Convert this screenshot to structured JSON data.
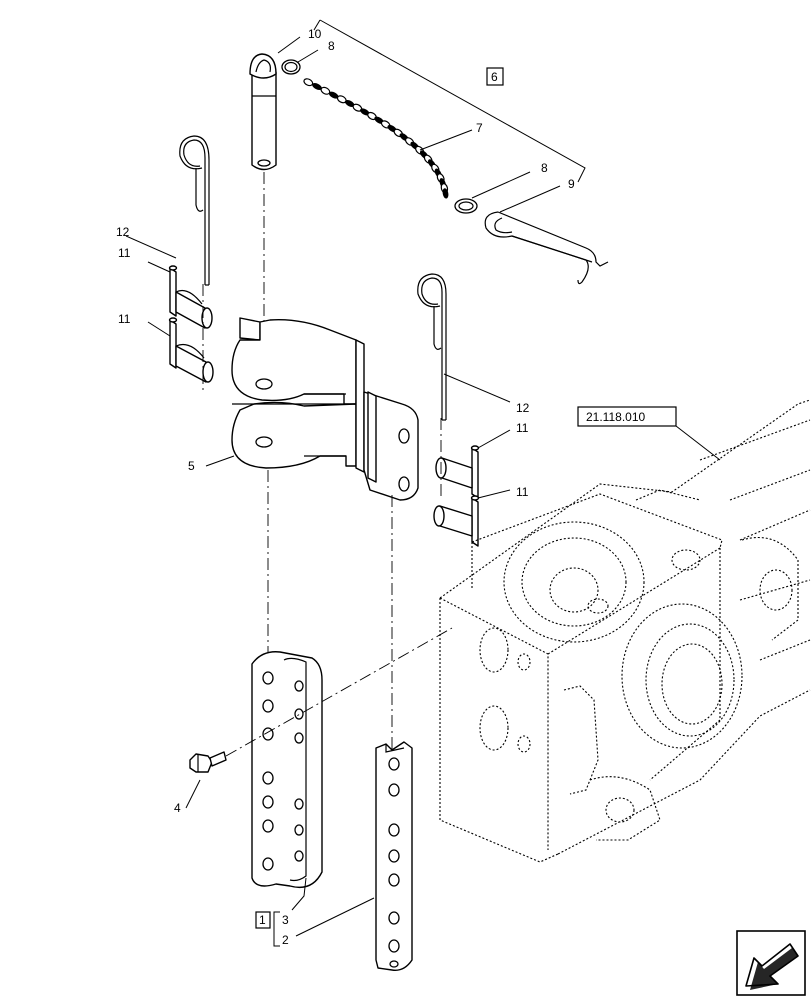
{
  "callouts": {
    "ref_assembly": "21.118.010",
    "kit_6": "6",
    "kit_1": "1",
    "c2": "2",
    "c3": "3",
    "c4": "4",
    "c5": "5",
    "c7": "7",
    "c8a": "8",
    "c8b": "8",
    "c9": "9",
    "c10": "10",
    "c11a": "11",
    "c11b": "11",
    "c11c": "11",
    "c11d": "11",
    "c12a": "12",
    "c12b": "12"
  },
  "icons": {
    "nav": "page-navigation-arrow-icon"
  }
}
